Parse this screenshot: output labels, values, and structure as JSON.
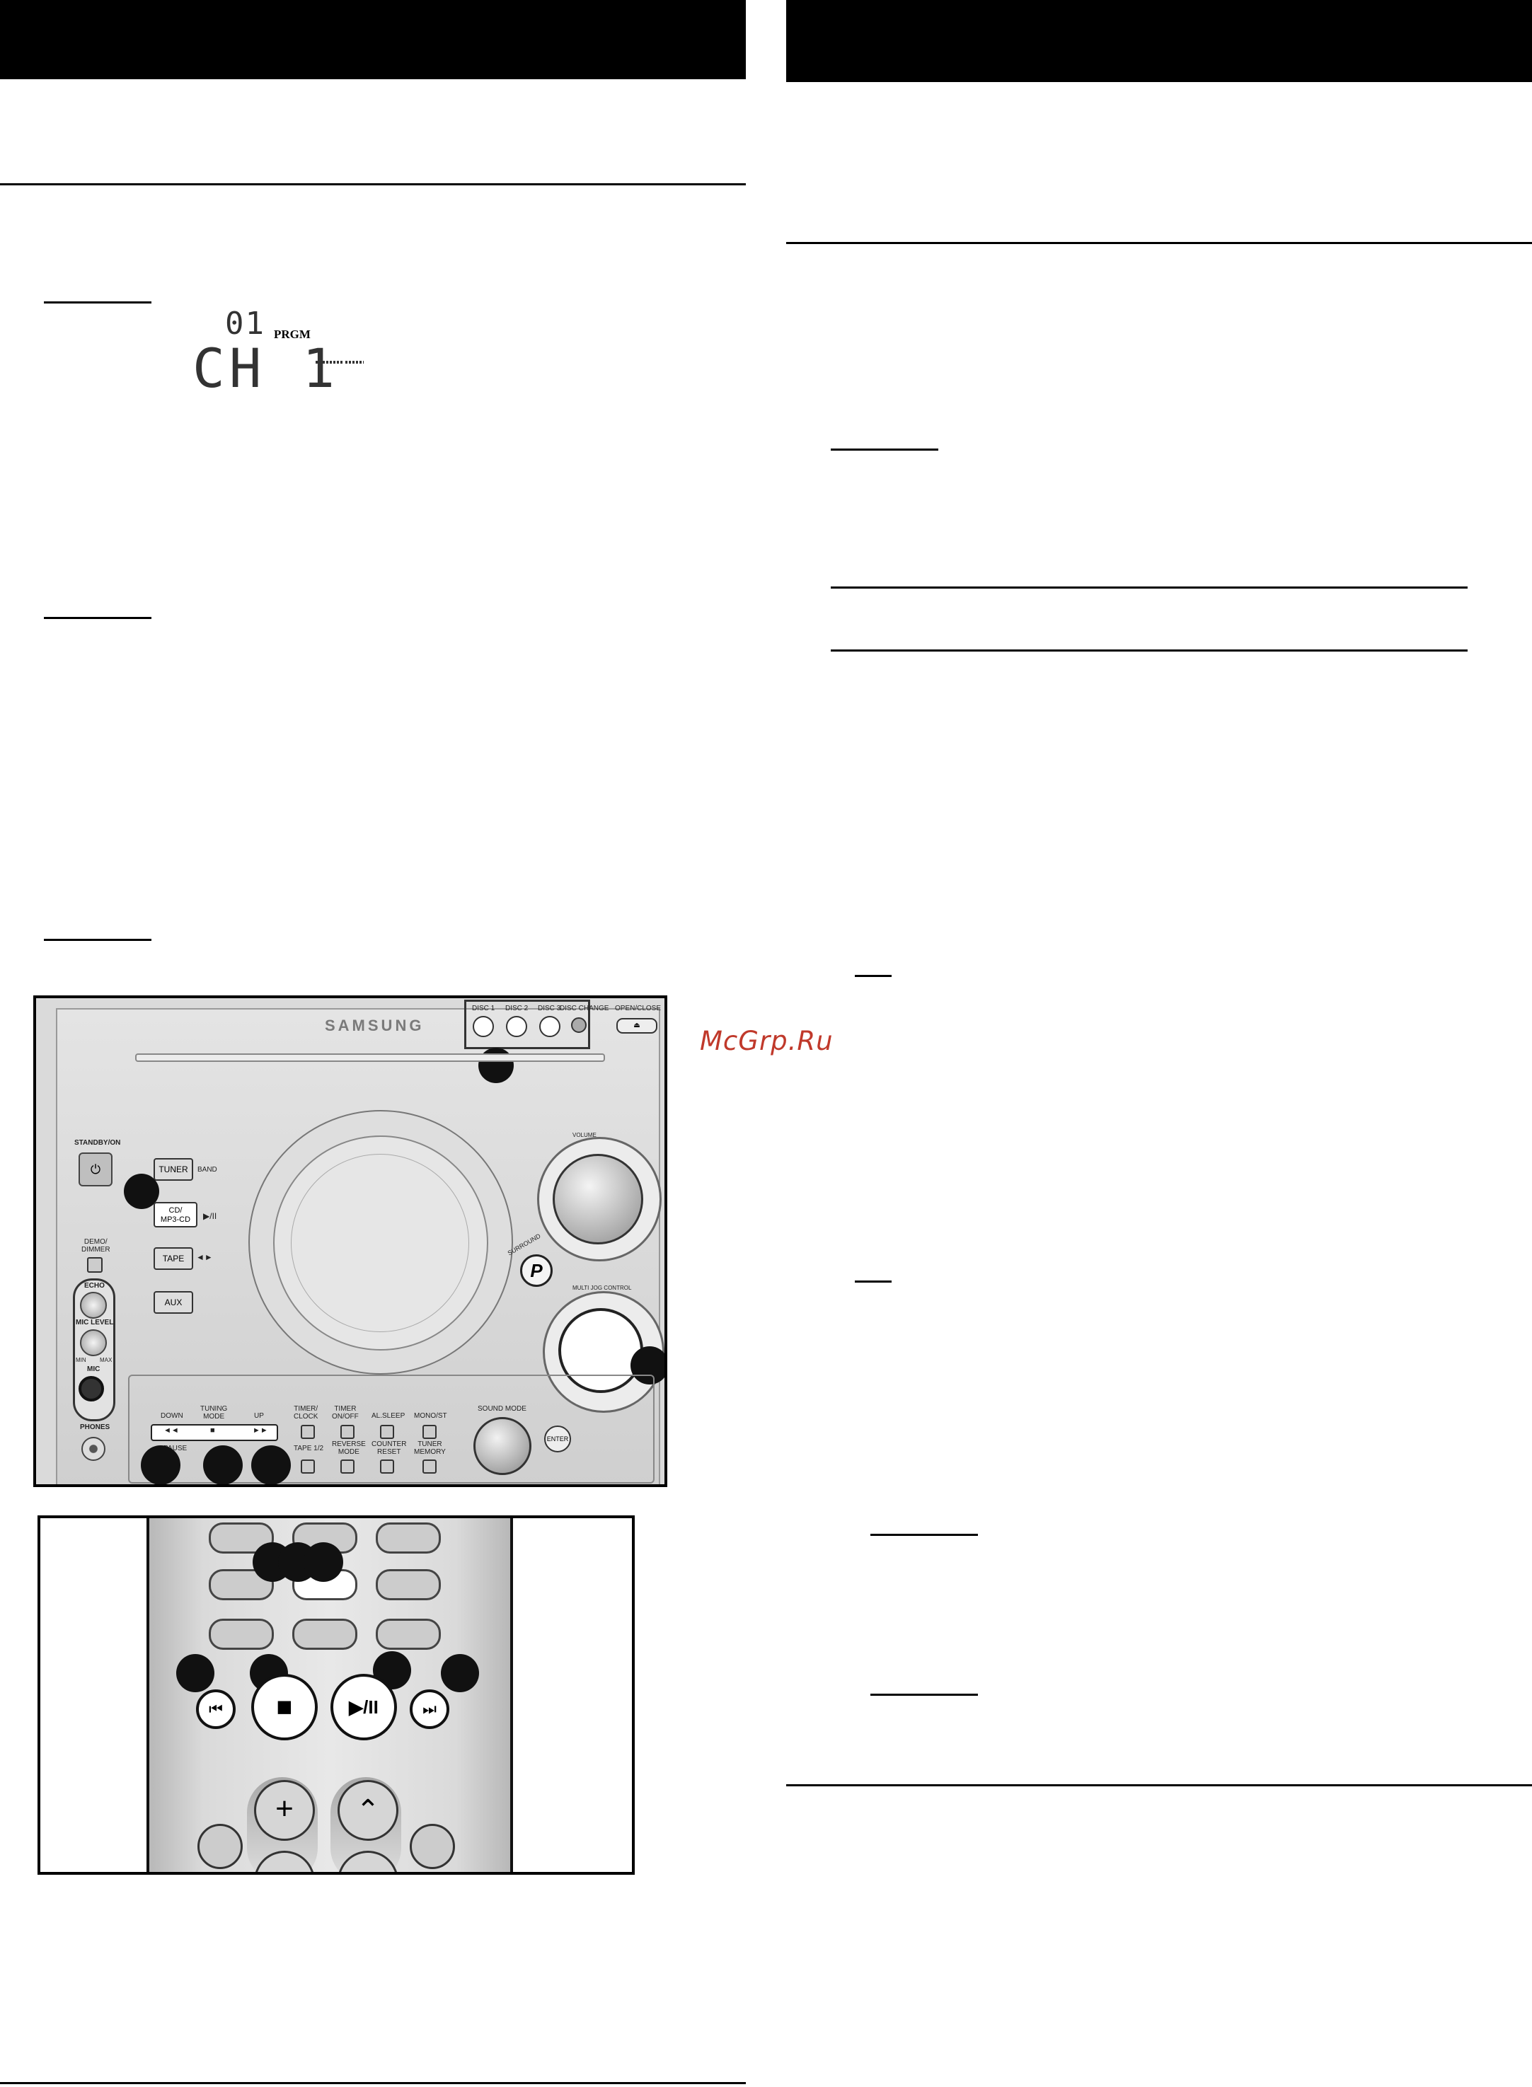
{
  "display": {
    "track": "01",
    "program": "PRGM",
    "channel": "CH 1"
  },
  "watermark": "McGrp.Ru",
  "stereo": {
    "brand": "SAMSUNG",
    "disc_buttons": [
      "DISC 1",
      "DISC 2",
      "DISC 3"
    ],
    "disc_change": "DISC CHANGE",
    "open_close": "OPEN/CLOSE",
    "standby": "STANDBY/ON",
    "tuner": "TUNER",
    "band": "BAND",
    "cd": "CD/\nMP3-CD",
    "tape": "TAPE",
    "aux": "AUX",
    "demo": "DEMO/\nDIMMER",
    "echo": "ECHO",
    "mic_level": "MIC LEVEL",
    "min": "MIN",
    "max": "MAX",
    "mic": "MIC",
    "phones": "PHONES",
    "volume": "VOLUME",
    "surround": "SURROUND",
    "multi_jog": "MULTI JOG CONTROL",
    "down": "DOWN",
    "tuning_mode": "TUNING\nMODE",
    "up": "UP",
    "timer_clock": "TIMER/\nCLOCK",
    "timer_onoff": "TIMER\nON/OFF",
    "al_sleep": "AL.SLEEP",
    "mono_st": "MONO/ST",
    "tape_12": "TAPE 1/2",
    "reverse_mode": "REVERSE\nMODE",
    "counter_reset": "COUNTER\nRESET",
    "tuner_memory": "TUNER\nMEMORY",
    "pause": "PAUSE",
    "sound_mode": "SOUND MODE",
    "enter": "ENTER"
  },
  "remote": {
    "skip_back": "⏮",
    "stop": "■",
    "play_pause": "▶/II",
    "skip_fwd": "⏭"
  },
  "colors": {
    "bar": "#000000",
    "device_bg": "#d7d7d7",
    "remote_bg": "#c9c9c9",
    "watermark": "#c0392b"
  }
}
